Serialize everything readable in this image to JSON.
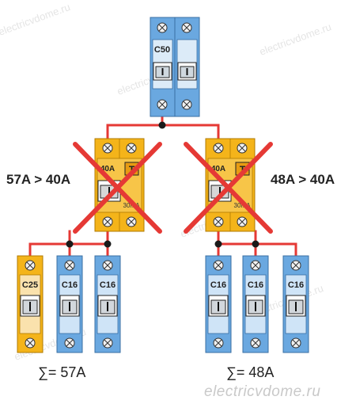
{
  "watermark": {
    "text": "electricvdome.ru"
  },
  "colors": {
    "wire": "#e53935",
    "rcd_body": "#f4b41a",
    "rcd_dark": "#e19a06",
    "breaker_blue": "#6aa8e0",
    "breaker_light": "#cfe4f7",
    "breaker_orange": "#f4b41a",
    "breaker_orange_light": "#fae2ad",
    "cross": "#e53935",
    "text": "#222222"
  },
  "main_breaker": {
    "label": "C50"
  },
  "rcd_left": {
    "rating": "40A",
    "test": "T",
    "sensitivity": "30mA",
    "crossed": true
  },
  "rcd_right": {
    "rating": "40A",
    "test": "T",
    "sensitivity": "30mA",
    "crossed": true
  },
  "comparisons": {
    "left": "57A > 40A",
    "right": "48A > 40A"
  },
  "left_group": {
    "breakers": [
      {
        "label": "C25",
        "color": "orange"
      },
      {
        "label": "C16",
        "color": "blue"
      },
      {
        "label": "C16",
        "color": "blue"
      }
    ],
    "sum": "∑= 57A"
  },
  "right_group": {
    "breakers": [
      {
        "label": "C16",
        "color": "blue"
      },
      {
        "label": "C16",
        "color": "blue"
      },
      {
        "label": "C16",
        "color": "blue"
      }
    ],
    "sum": "∑= 48A"
  },
  "footer": {
    "site": "electricvdome.ru"
  }
}
